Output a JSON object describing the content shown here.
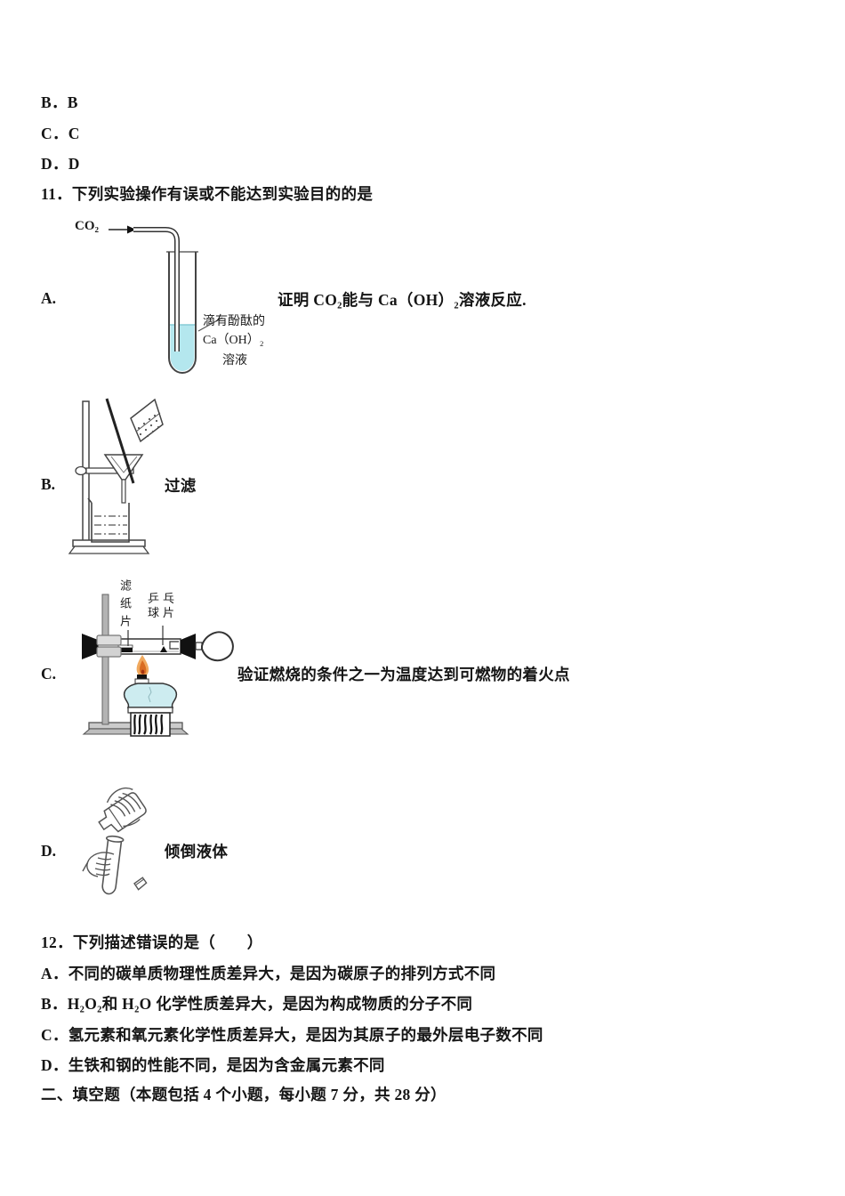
{
  "colors": {
    "liquid": "#b4e7ee",
    "lamp_glass": "#cdecf0",
    "flame_outer": "#f0a95e",
    "flame_inner": "#d96c22"
  },
  "prelude_options": [
    {
      "label": "B．B"
    },
    {
      "label": "C．C"
    },
    {
      "label": "D．D"
    }
  ],
  "q11": {
    "stem": "11．下列实验操作有误或不能达到实验目的的是",
    "options": [
      {
        "letter": "A.",
        "caption": "证明 CO₂能与 Ca（OH）₂溶液反应.",
        "labels": {
          "gas": "CO₂",
          "note_line1": "滴有酚酞的",
          "note_line2": "Ca（OH）₂",
          "note_line3": "溶液"
        }
      },
      {
        "letter": "B.",
        "caption": "过滤"
      },
      {
        "letter": "C.",
        "caption": "验证燃烧的条件之一为温度达到可燃物的着火点",
        "labels": {
          "filter_paper": "滤纸片",
          "pingpong_line1": "乒乓",
          "pingpong_line2": "球片"
        }
      },
      {
        "letter": "D.",
        "caption": "倾倒液体"
      }
    ]
  },
  "q12": {
    "stem": "12．下列描述错误的是（　　）",
    "options": [
      {
        "text": "A．不同的碳单质物理性质差异大，是因为碳原子的排列方式不同"
      },
      {
        "text": "B．H₂O₂和 H₂O 化学性质差异大，是因为构成物质的分子不同"
      },
      {
        "text": "C．氢元素和氧元素化学性质差异大，是因为其原子的最外层电子数不同"
      },
      {
        "text": "D．生铁和钢的性能不同，是因为含金属元素不同"
      }
    ]
  },
  "section_heading": "二、填空题（本题包括 4 个小题，每小题 7 分，共 28 分）"
}
